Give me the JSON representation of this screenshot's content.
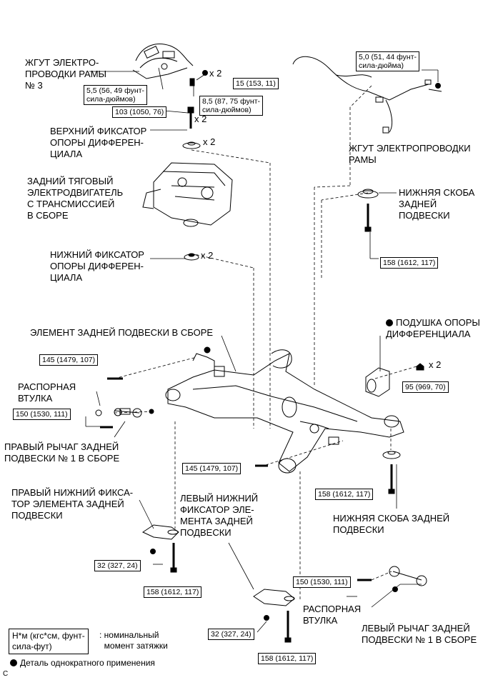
{
  "labels": {
    "frame_harness_3": "ЖГУТ ЭЛЕКТРО-\nПРОВОДКИ РАМЫ\n№ 3",
    "upper_mount_stopper": "ВЕРХНИЙ ФИКСАТОР\nОПОРЫ ДИФФЕРЕН-\nЦИАЛА",
    "rear_motor": "ЗАДНИЙ ТЯГОВЫЙ\nЭЛЕКТРОДВИГАТЕЛЬ\nС ТРАНСМИССИЕЙ\nВ СБОРЕ",
    "lower_mount_stopper": "НИЖНИЙ ФИКСАТОР\nОПОРЫ ДИФФЕРЕН-\nЦИАЛА",
    "frame_harness": "ЖГУТ ЭЛЕКТРОПРОВОДКИ\nРАМЫ",
    "lower_bracket_top": "НИЖНЯЯ СКОБА\nЗАДНЕЙ\nПОДВЕСКИ",
    "diff_cushion": "ПОДУШКА ОПОРЫ\nДИФФЕРЕНЦИАЛА",
    "suspension_member": "ЭЛЕМЕНТ ЗАДНЕЙ ПОДВЕСКИ В СБОРЕ",
    "spacer_left": "РАСПОРНАЯ\nВТУЛКА",
    "right_arm": "ПРАВЫЙ РЫЧАГ ЗАДНЕЙ\nПОДВЕСКИ № 1 В СБОРЕ",
    "right_lower_stopper": "ПРАВЫЙ НИЖНИЙ ФИКСА-\nТОР ЭЛЕМЕНТА ЗАДНЕЙ\nПОДВЕСКИ",
    "left_lower_stopper": "ЛЕВЫЙ НИЖНИЙ\nФИКСАТОР ЭЛЕ-\nМЕНТА ЗАДНЕЙ\nПОДВЕСКИ",
    "lower_bracket_right": "НИЖНЯЯ СКОБА ЗАДНЕЙ\nПОДВЕСКИ",
    "spacer_right": "РАСПОРНАЯ\nВТУЛКА",
    "left_arm": "ЛЕВЫЙ РЫЧАГ ЗАДНЕЙ\nПОДВЕСКИ № 1 В СБОРЕ"
  },
  "torques": {
    "t_5_5": "5,5 (56, 49 фунт-\nсила-дюймов)",
    "t_15": "15 (153, 11)",
    "t_8_5": "8,5 (87, 75 фунт-\nсила-дюймов)",
    "t_103": "103 (1050, 76)",
    "t_5_0": "5,0 (51, 44 фунт-\nсила-дюйма)",
    "t_158_a": "158 (1612, 117)",
    "t_145_a": "145 (1479, 107)",
    "t_95": "95 (969, 70)",
    "t_150_a": "150 (1530, 111)",
    "t_145_b": "145 (1479, 107)",
    "t_158_b": "158 (1612, 117)",
    "t_32_a": "32 (327, 24)",
    "t_158_c": "158 (1612, 117)",
    "t_150_b": "150 (1530, 111)",
    "t_32_b": "32 (327, 24)",
    "t_158_d": "158 (1612, 117)"
  },
  "quantities": {
    "q1": "x 2",
    "q2": "x 2",
    "q3": "x 2",
    "q4": "x 2",
    "q5": "x 2"
  },
  "legend": {
    "unit_box": "Н*м (кгс*см, фунт-\nсила-фут)",
    "unit_desc": ": номинальный\n  момент затяжки",
    "non_reusable": "Деталь однократного применения"
  },
  "corner_mark": "C"
}
